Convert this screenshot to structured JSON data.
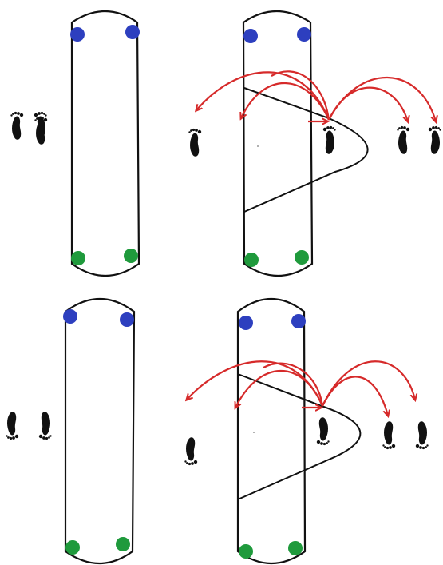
{
  "colors": {
    "background": "#ffffff",
    "outline": "#111111",
    "top_dot": "#2d3fbf",
    "bottom_dot": "#1f9a3c",
    "arrow": "#d62a2a",
    "foot": "#111111"
  },
  "panels": [
    {
      "id": "top",
      "board_plain": {
        "top_dots": 2,
        "bottom_dots": 2
      },
      "board_path": {
        "top_dots": 2,
        "bottom_dots": 2,
        "path": "s-curve"
      },
      "feet": [
        {
          "id": "pair-left",
          "icon": "feet-pair-icon",
          "toes": "up"
        },
        {
          "id": "single-left",
          "icon": "left-foot-icon",
          "toes": "up"
        },
        {
          "id": "single-center",
          "icon": "right-foot-icon",
          "toes": "up"
        },
        {
          "id": "pair-right",
          "icon": "feet-pair-icon",
          "toes": "up"
        }
      ],
      "arrows": 4
    },
    {
      "id": "bottom",
      "board_plain": {
        "top_dots": 2,
        "bottom_dots": 2
      },
      "board_path": {
        "top_dots": 2,
        "bottom_dots": 2,
        "path": "s-curve"
      },
      "feet": [
        {
          "id": "pair-left",
          "icon": "feet-pair-icon",
          "toes": "down"
        },
        {
          "id": "single-left",
          "icon": "left-foot-icon",
          "toes": "down"
        },
        {
          "id": "single-center",
          "icon": "right-foot-icon",
          "toes": "down"
        },
        {
          "id": "pair-right",
          "icon": "feet-pair-icon",
          "toes": "down"
        }
      ],
      "arrows": 4
    }
  ]
}
